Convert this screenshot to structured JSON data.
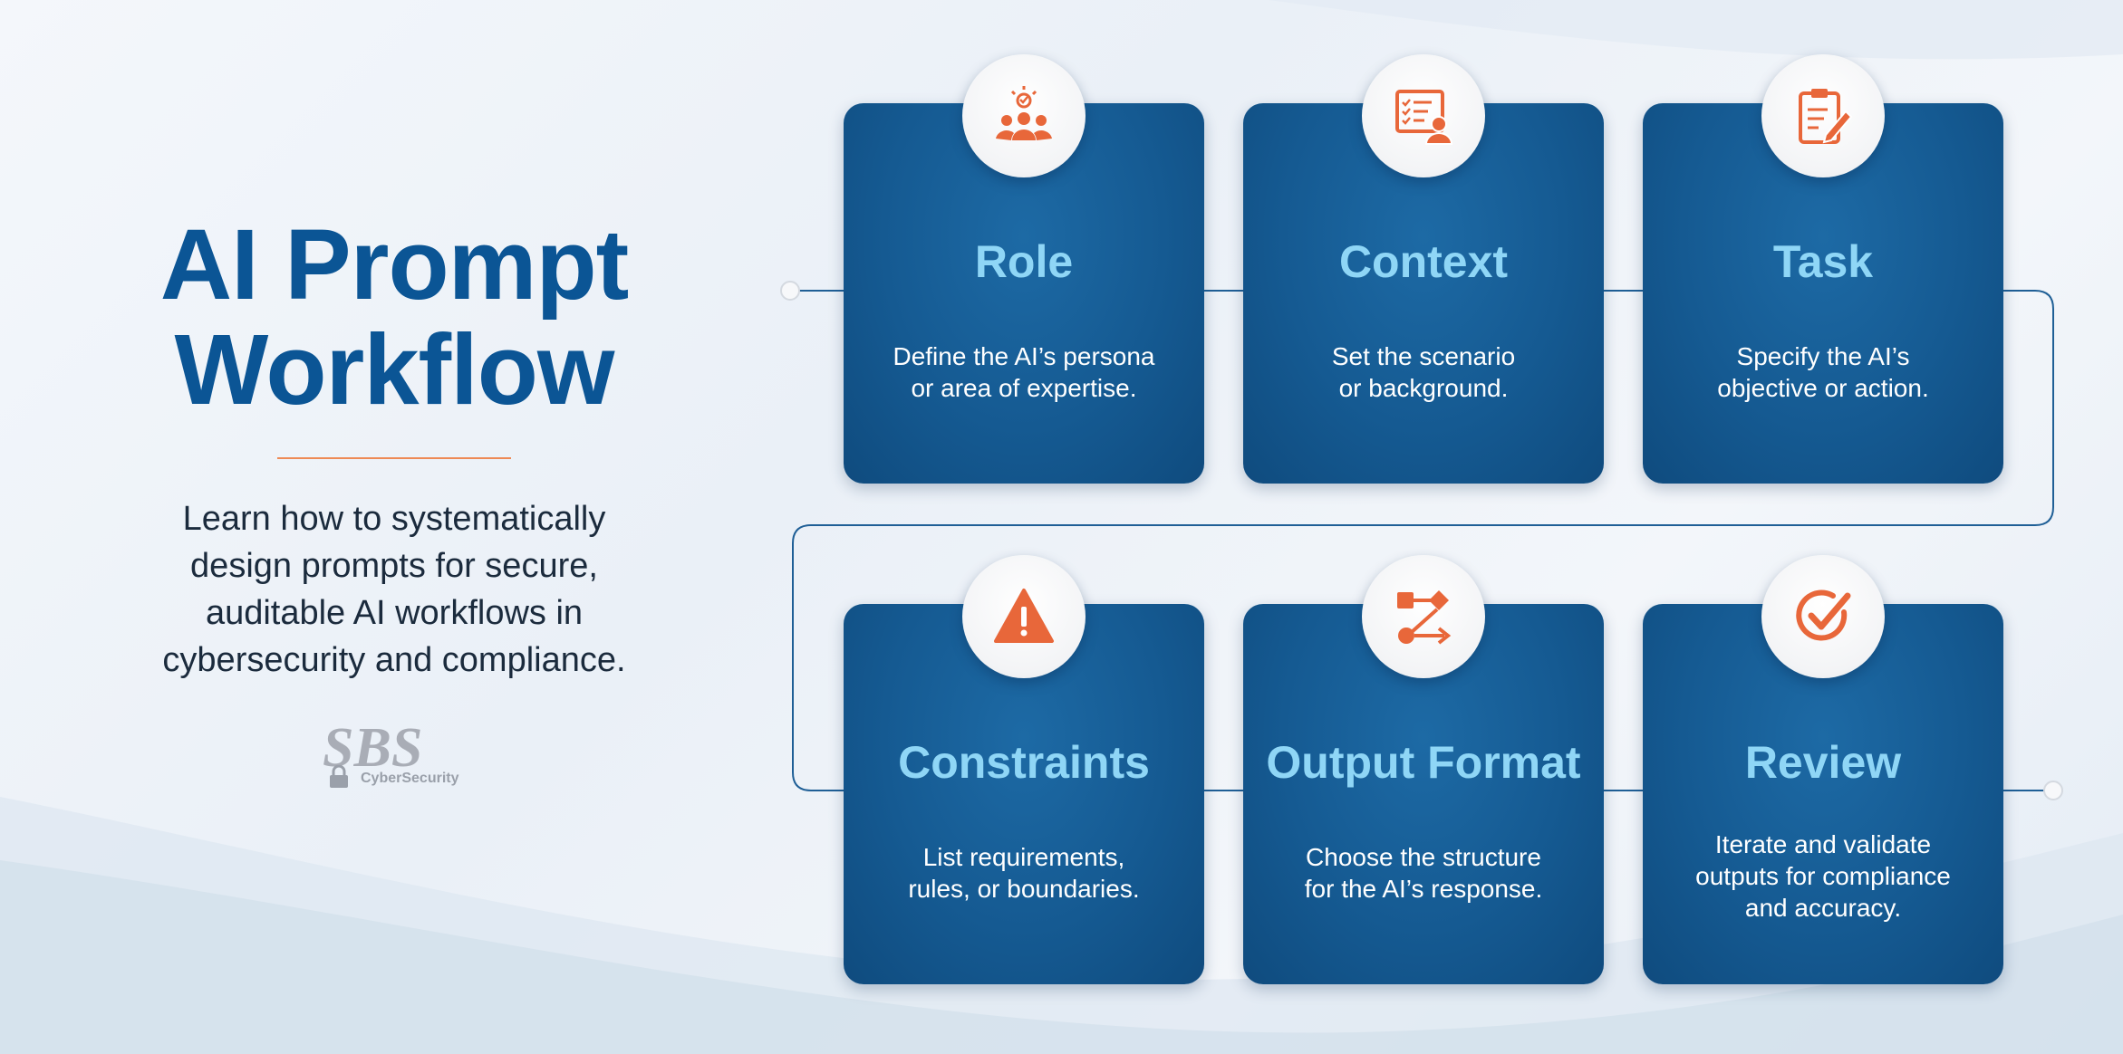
{
  "title": {
    "line1": "AI Prompt",
    "line2": "Workflow"
  },
  "subtitle": {
    "line1": "Learn how to systematically",
    "line2": "design prompts for secure,",
    "line3": "auditable AI workflows in",
    "line4": "cybersecurity and compliance."
  },
  "logo": {
    "mark": "SBS",
    "sub": "CyberSecurity"
  },
  "colors": {
    "title": "#0b5595",
    "card": "#155a92",
    "card_title": "#8fd6f6",
    "icon_accent": "#e8673a",
    "divider": "#ee8a55",
    "connector": "#1f5f96"
  },
  "steps": [
    {
      "title": "Role",
      "icon": "team-lightbulb-icon",
      "desc": [
        "Define the AI’s persona",
        "or area of expertise."
      ]
    },
    {
      "title": "Context",
      "icon": "document-person-icon",
      "desc": [
        "Set the scenario",
        "or background."
      ]
    },
    {
      "title": "Task",
      "icon": "clipboard-pencil-icon",
      "desc": [
        "Specify the AI’s",
        "objective or action."
      ]
    },
    {
      "title": "Constraints",
      "icon": "warning-icon",
      "desc": [
        "List requirements,",
        "rules, or boundaries."
      ]
    },
    {
      "title": "Output Format",
      "icon": "flow-diagram-icon",
      "desc": [
        "Choose the structure",
        "for the AI’s response."
      ]
    },
    {
      "title": "Review",
      "icon": "check-circle-icon",
      "desc": [
        "Iterate and validate",
        "outputs for compliance",
        "and accuracy."
      ]
    }
  ]
}
